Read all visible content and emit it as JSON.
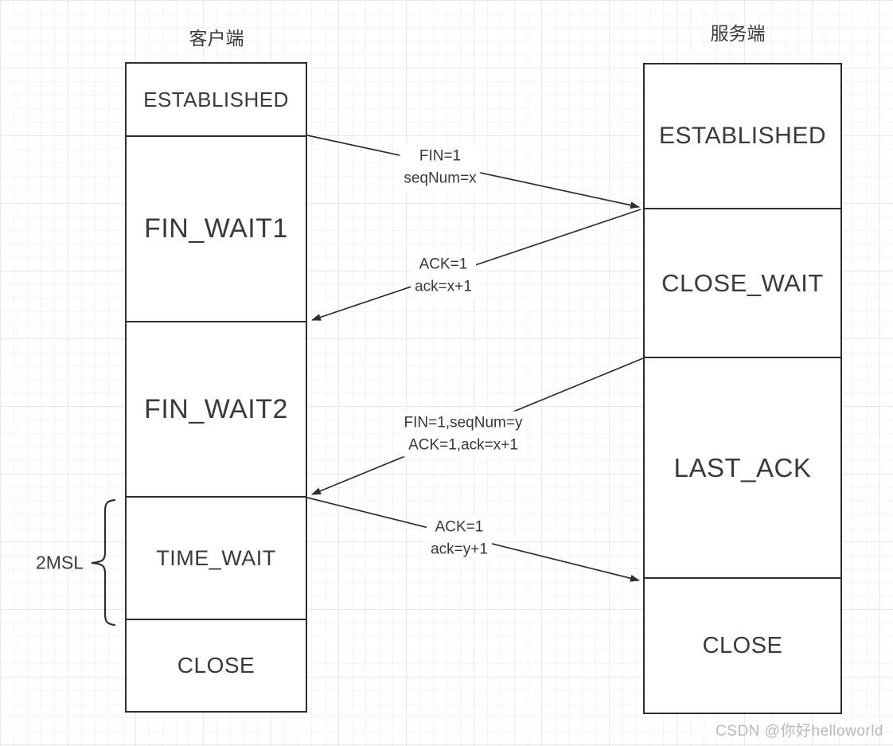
{
  "client": {
    "title": "客户端",
    "states": [
      {
        "label": "ESTABLISHED"
      },
      {
        "label": "FIN_WAIT1"
      },
      {
        "label": "FIN_WAIT2"
      },
      {
        "label": "TIME_WAIT"
      },
      {
        "label": "CLOSE"
      }
    ]
  },
  "server": {
    "title": "服务端",
    "states": [
      {
        "label": "ESTABLISHED"
      },
      {
        "label": "CLOSE_WAIT"
      },
      {
        "label": "LAST_ACK"
      },
      {
        "label": "CLOSE"
      }
    ]
  },
  "messages": [
    {
      "line1": "FIN=1",
      "line2": "seqNum=x",
      "from": "client",
      "to": "server"
    },
    {
      "line1": "ACK=1",
      "line2": "ack=x+1",
      "from": "server",
      "to": "client"
    },
    {
      "line1": "FIN=1,seqNum=y",
      "line2": "ACK=1,ack=x+1",
      "from": "server",
      "to": "client"
    },
    {
      "line1": "ACK=1",
      "line2": "ack=y+1",
      "from": "client",
      "to": "server"
    }
  ],
  "annotations": {
    "msl": "2MSL"
  },
  "watermark": "CSDN @你好helloworld",
  "colors": {
    "line": "#2e2e2e",
    "text": "#3a3a3a",
    "watermark": "#b9b9b9",
    "grid_minor": "#f5f5f5",
    "grid_major": "#e9e9e9"
  }
}
